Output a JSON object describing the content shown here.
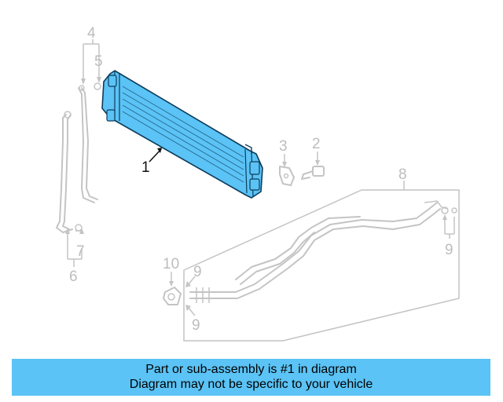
{
  "diagram": {
    "callouts": {
      "c1": "1",
      "c2": "2",
      "c3": "3",
      "c4": "4",
      "c5": "5",
      "c6": "6",
      "c7": "7",
      "c8": "8",
      "c9a": "9",
      "c9b": "9",
      "c9c": "9",
      "c10": "10"
    }
  },
  "banner": {
    "line1": "Part or sub-assembly is #1 in diagram",
    "line2": "Diagram may not be specific to your vehicle"
  },
  "colors": {
    "highlight": "#5bc3f5",
    "part_outline": "#c4c4c4",
    "banner_bg": "#5bc3f5"
  }
}
